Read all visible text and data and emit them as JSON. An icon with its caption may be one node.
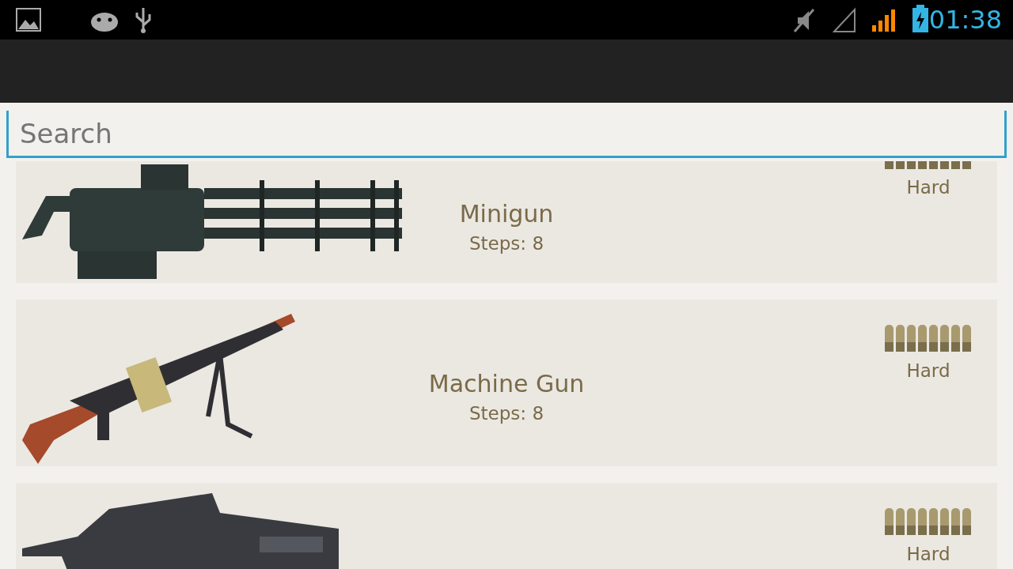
{
  "diagram": {
    "nodes": [
      {
        "text": [],
        "shape": "bar"
      },
      {
        "text": [
          "Minigun",
          "Steps: 8",
          "Hard"
        ]
      },
      {
        "text": [
          "Machine Gun",
          "Steps: 8",
          "Hard"
        ]
      },
      {
        "text": [
          "Hard"
        ]
      }
    ],
    "labels": [
      "01:38",
      "Search"
    ]
  }
}
